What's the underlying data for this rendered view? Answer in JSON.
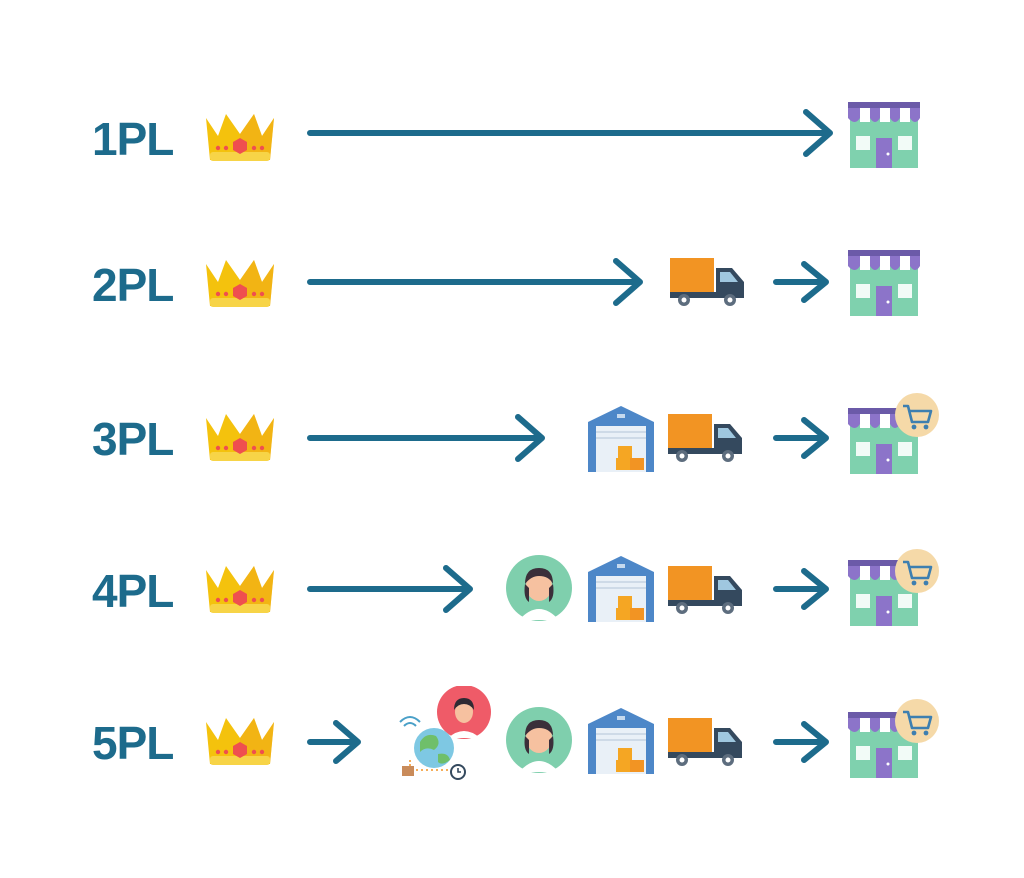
{
  "colors": {
    "label": "#1d6b8c",
    "arrow": "#1d6b8c",
    "crown": "#f4c20d",
    "crown_gem": "#ef4f4f",
    "truck_box": "#f29423",
    "truck_cab": "#34495e",
    "store_wall": "#7fd1ae",
    "store_awning_purple": "#8c74c9",
    "store_door": "#8c74c9",
    "warehouse": "#4d87c8",
    "cart_badge": "#f5d9a8",
    "person_bg": "#7fcfad",
    "person_bg_red": "#ef5b68"
  },
  "rows": [
    {
      "label": "1PL",
      "icons": [
        "crown-icon",
        "store-icon"
      ]
    },
    {
      "label": "2PL",
      "icons": [
        "crown-icon",
        "truck-icon",
        "store-icon"
      ]
    },
    {
      "label": "3PL",
      "icons": [
        "crown-icon",
        "warehouse-icon",
        "truck-icon",
        "store-cart-icon"
      ]
    },
    {
      "label": "4PL",
      "icons": [
        "crown-icon",
        "person-icon",
        "warehouse-icon",
        "truck-icon",
        "store-cart-icon"
      ]
    },
    {
      "label": "5PL",
      "icons": [
        "crown-icon",
        "global-network-icon",
        "person-icon",
        "warehouse-icon",
        "truck-icon",
        "store-cart-icon"
      ]
    }
  ]
}
